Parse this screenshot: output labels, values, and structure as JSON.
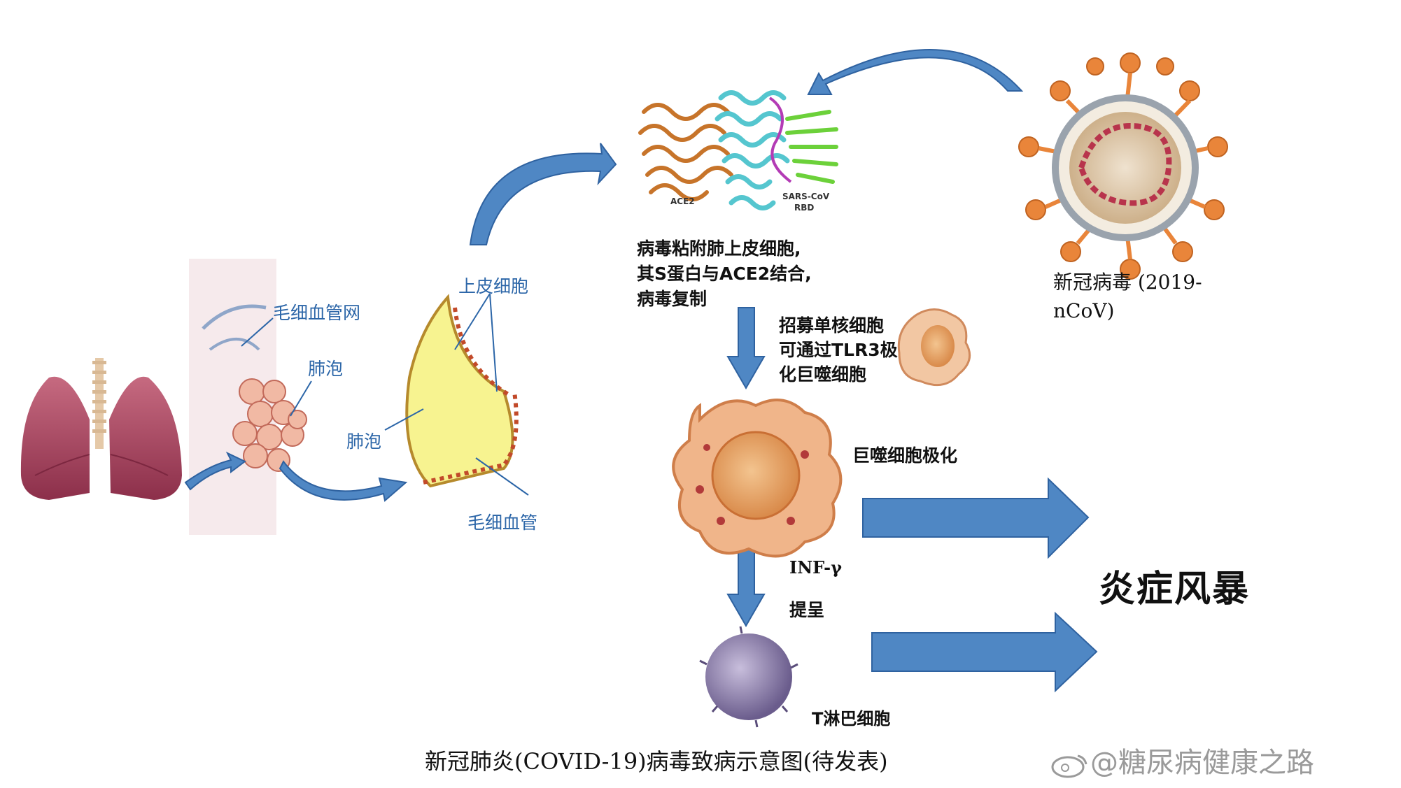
{
  "labels": {
    "capillary_network": "毛细血管网",
    "alveolus_1": "肺泡",
    "epithelial_cell": "上皮细胞",
    "alveolus_2": "肺泡",
    "capillary": "毛细血管",
    "ace2": "ACE2",
    "sars_line1": "SARS-CoV",
    "sars_line2": "RBD",
    "virus_step_line1": "病毒粘附肺上皮细胞,",
    "virus_step_line2": "其S蛋白与ACE2结合,",
    "virus_step_line3": "病毒复制",
    "virus_name_line1": "新冠病毒 (2019-",
    "virus_name_line2": "nCoV)",
    "recruit_line1": "招募单核细胞",
    "recruit_line2": "可通过TLR3极",
    "recruit_line3": "化巨噬细胞",
    "macrophage": "巨噬细胞极化",
    "inf": "INF-γ",
    "present": "提呈",
    "t_cell": "T淋巴细胞",
    "storm": "炎症风暴",
    "caption": "新冠肺炎(COVID-19)病毒致病示意图(待发表)",
    "watermark": "@糖尿病健康之路"
  },
  "colors": {
    "arrow_blue": "#4f87c4",
    "arrow_blue_dark": "#2f62a0",
    "lung": "#a8465f",
    "epithelium_yellow": "#f3f06a",
    "virus_orange": "#e9853a",
    "virus_core": "#d9c2a0",
    "macrophage": "#f0b58a",
    "t_cell": "#8a7ca8"
  }
}
